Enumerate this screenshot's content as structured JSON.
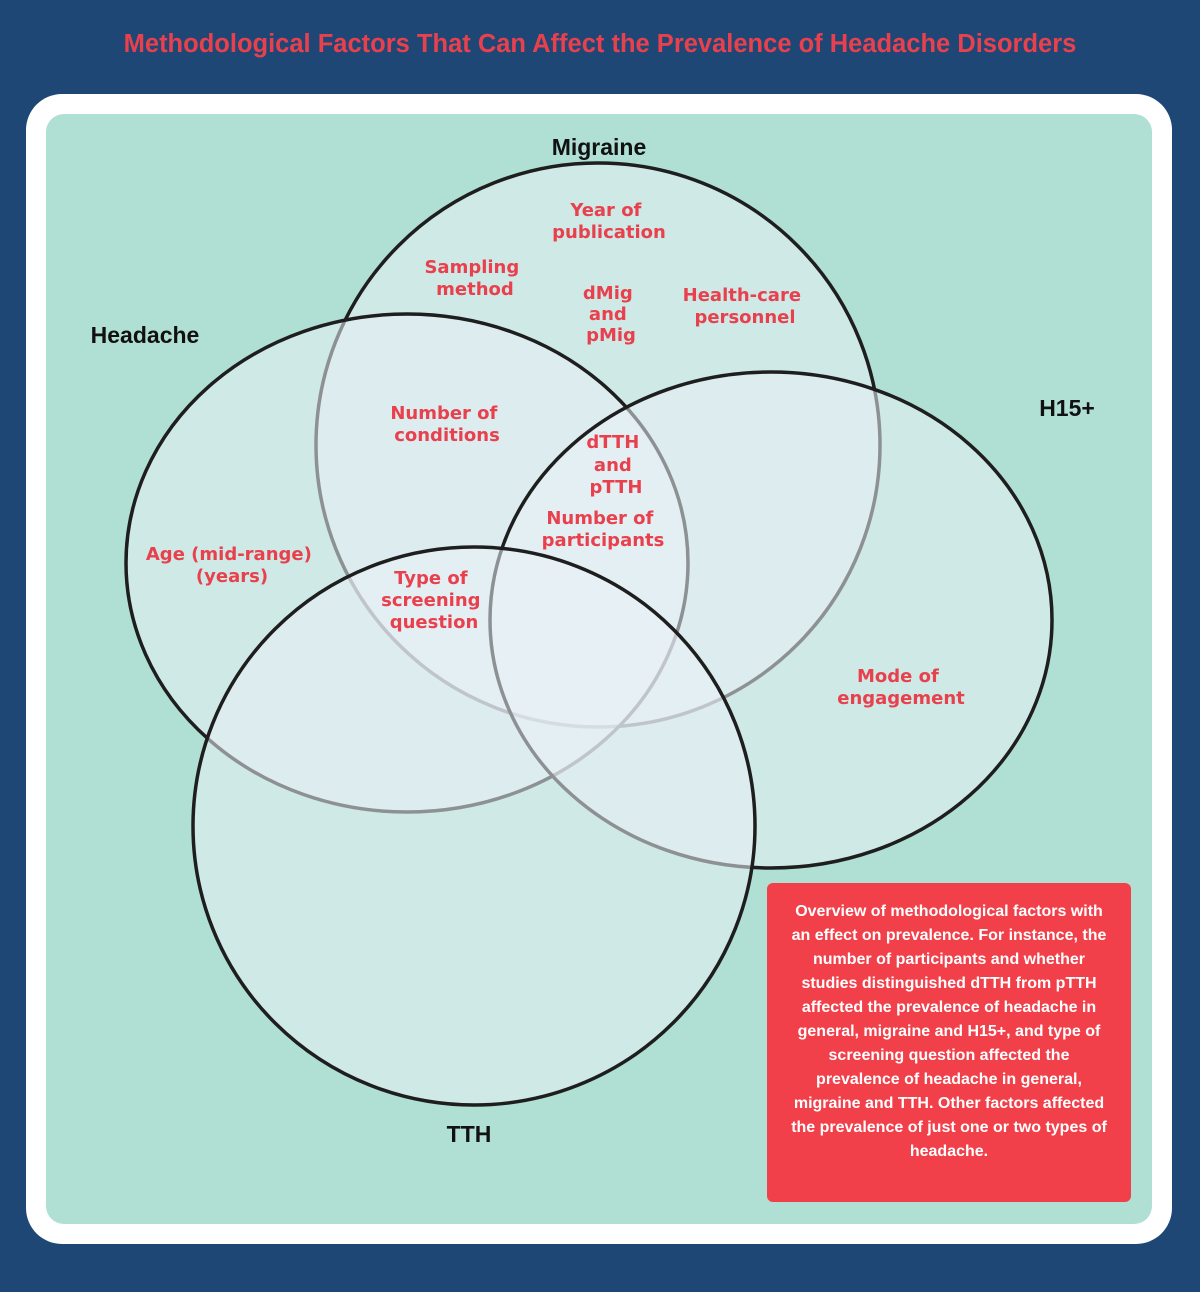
{
  "title": "Methodological Factors That Can Affect the Prevalence of Headache Disorders",
  "sets": {
    "migraine": "Migraine",
    "headache": "Headache",
    "h15": "H15+",
    "tth": "TTH"
  },
  "factors": {
    "year_of_publication": [
      "Year of",
      "publication"
    ],
    "sampling_method": [
      "Sampling",
      "method"
    ],
    "dmig_pmig": [
      "dMig",
      "and",
      "pMig"
    ],
    "health_care_personnel": [
      "Health-care",
      "personnel"
    ],
    "number_of_conditions": [
      "Number of",
      "conditions"
    ],
    "dtth_ptth": [
      "dTTH",
      "and",
      "pTTH"
    ],
    "number_of_participants": [
      "Number of",
      "participants"
    ],
    "age_mid_range": [
      "Age (mid-range)",
      "(years)"
    ],
    "type_of_screening_question": [
      "Type of",
      "screening",
      "question"
    ],
    "mode_of_engagement": [
      "Mode of",
      "engagement"
    ]
  },
  "note": "Overview of methodological factors with an effect on prevalence. For instance, the number of participants and whether studies distinguished dTTH from pTTH affected the prevalence of headache in general, migraine and H15+, and type of screening question affected the prevalence of headache in general, migraine and TTH. Other factors affected the prevalence of just one or two types of headache.",
  "colors": {
    "background": "#1f4775",
    "panel": "#b0dfd3",
    "accent": "#e8404d",
    "note_box": "#f2404a",
    "circle_fill": "#e9f1f5",
    "circle_stroke": "#1e1e1e"
  }
}
